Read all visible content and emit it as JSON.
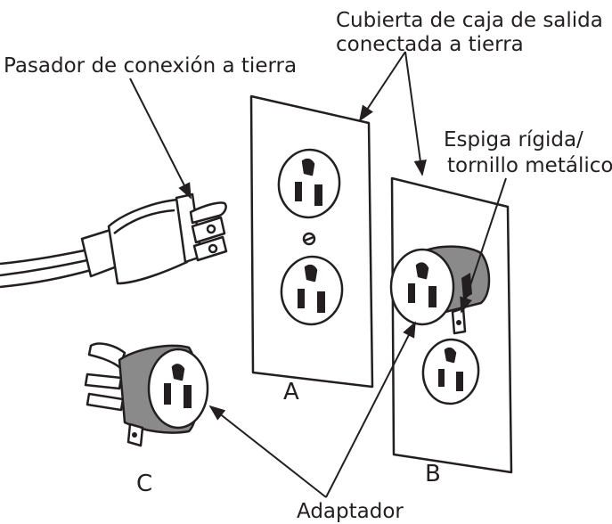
{
  "labels": {
    "grounding_pin": "Pasador de conexión a tierra",
    "cover_line1": "Cubierta de caja de salida",
    "cover_line2": "conectada a tierra",
    "lug_line1": "Espiga rígida/",
    "lug_line2": "tornillo metálico",
    "a": "A",
    "b": "B",
    "c": "C",
    "adapter": "Adaptador"
  },
  "colors": {
    "ink": "#231f20",
    "adapter_gray": "#8a8a8a",
    "slot_shade": "#a6a6a6",
    "paper": "#ffffff"
  }
}
